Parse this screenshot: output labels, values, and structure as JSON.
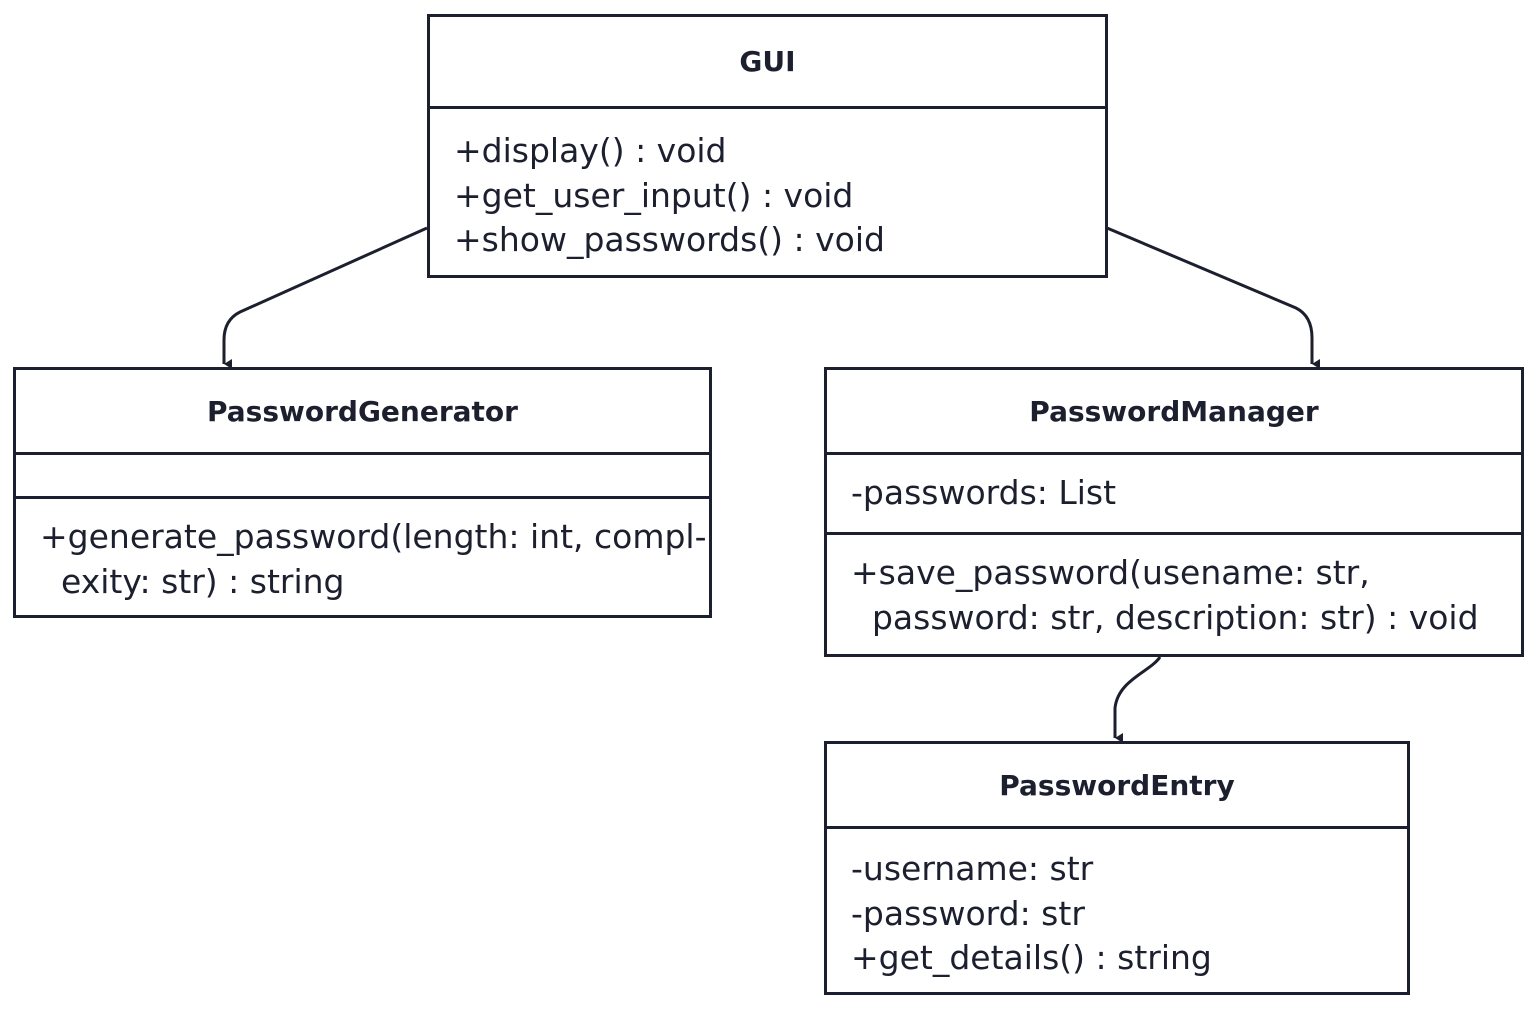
{
  "diagram": {
    "classes": [
      {
        "id": "gui",
        "name": "GUI",
        "attributes": [],
        "methods": [
          "+display() : void",
          "+get_user_input() : void",
          "+show_passwords() : void"
        ]
      },
      {
        "id": "generator",
        "name": "PasswordGenerator",
        "attributes": [],
        "methods": [
          "+generate_password(length: int, compl-\n  exity: str) : string"
        ]
      },
      {
        "id": "manager",
        "name": "PasswordManager",
        "attributes": [
          "-passwords: List"
        ],
        "methods": [
          "+save_password(usename: str,\n  password: str, description: str) : void"
        ]
      },
      {
        "id": "entry",
        "name": "PasswordEntry",
        "attributes": [],
        "methods": [
          "-username: str",
          "-password: str",
          "+get_details() : string"
        ]
      }
    ],
    "relations": [
      {
        "from": "GUI",
        "to": "PasswordGenerator",
        "kind": "association"
      },
      {
        "from": "GUI",
        "to": "PasswordManager",
        "kind": "association"
      },
      {
        "from": "PasswordManager",
        "to": "PasswordEntry",
        "kind": "association"
      }
    ],
    "colors": {
      "stroke": "#1c1f2e",
      "background": "#ffffff",
      "text": "#1c1f2e"
    }
  }
}
